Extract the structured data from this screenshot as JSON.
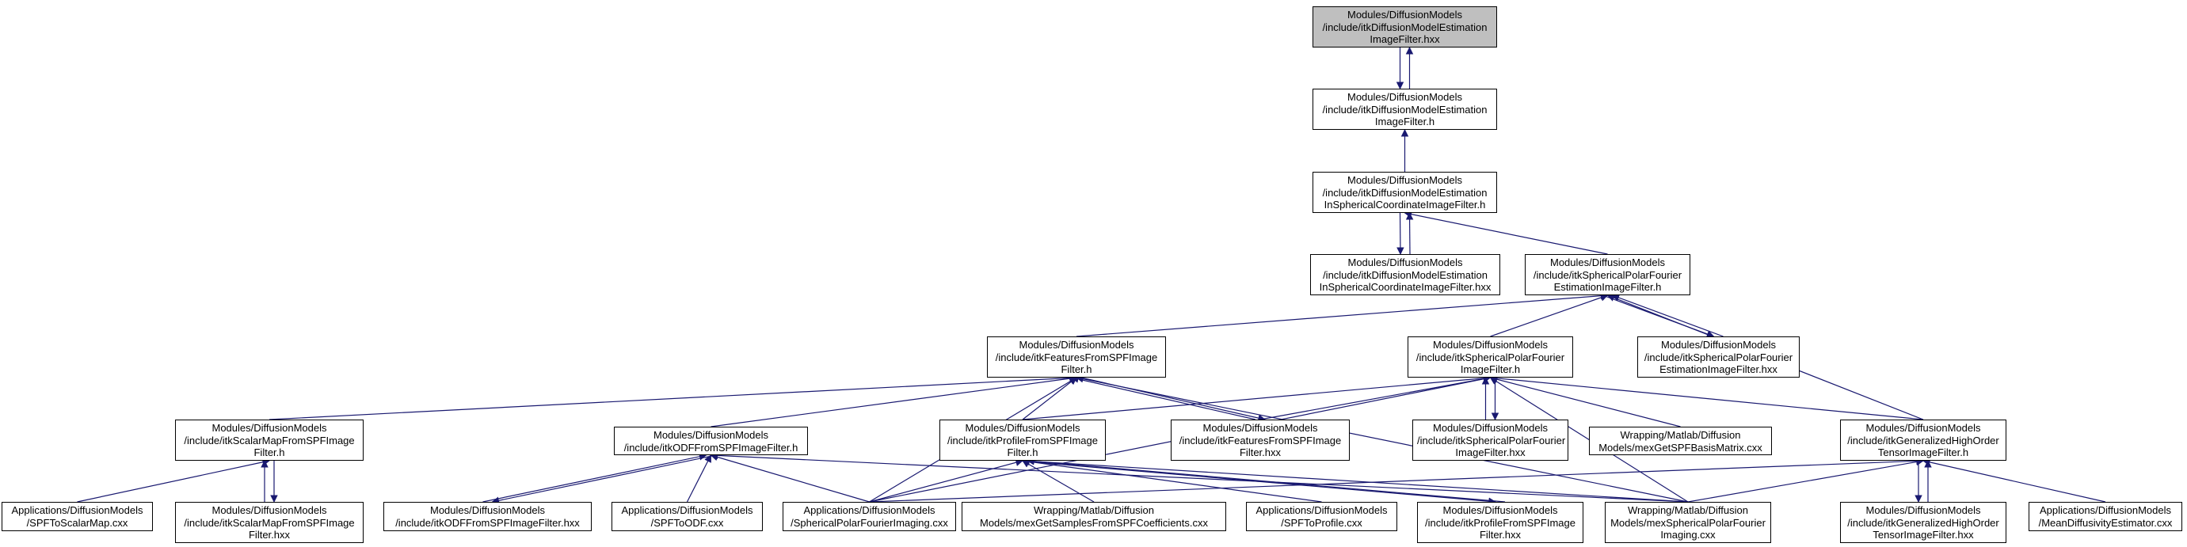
{
  "colors": {
    "edge": "#191970",
    "root_fill": "#bfbfbf",
    "node_fill": "#ffffff",
    "node_border": "#000000"
  },
  "nodes": {
    "n0": {
      "align": "center",
      "lines": [
        "Modules/DiffusionModels",
        "/include/itkDiffusionModelEstimation",
        "ImageFilter.hxx"
      ]
    },
    "n1": {
      "align": "center",
      "lines": [
        "Modules/DiffusionModels",
        "/include/itkDiffusionModelEstimation",
        "ImageFilter.h"
      ]
    },
    "n2": {
      "align": "center",
      "lines": [
        "Modules/DiffusionModels",
        "/include/itkDiffusionModelEstimation",
        "InSphericalCoordinateImageFilter.h"
      ]
    },
    "n3": {
      "align": "center",
      "lines": [
        "Modules/DiffusionModels",
        "/include/itkDiffusionModelEstimation",
        "InSphericalCoordinateImageFilter.hxx"
      ]
    },
    "n4": {
      "align": "center",
      "lines": [
        "Modules/DiffusionModels",
        "/include/itkSphericalPolarFourier",
        "EstimationImageFilter.h"
      ]
    },
    "n5": {
      "align": "center",
      "lines": [
        "Modules/DiffusionModels",
        "/include/itkFeaturesFromSPFImage",
        "Filter.h"
      ]
    },
    "n6": {
      "align": "center",
      "lines": [
        "Modules/DiffusionModels",
        "/include/itkSphericalPolarFourier",
        "ImageFilter.h"
      ]
    },
    "n7": {
      "align": "center",
      "lines": [
        "Modules/DiffusionModels",
        "/include/itkSphericalPolarFourier",
        "EstimationImageFilter.hxx"
      ]
    },
    "n8": {
      "align": "center",
      "lines": [
        "Modules/DiffusionModels",
        "/include/itkScalarMapFromSPFImage",
        "Filter.h"
      ]
    },
    "n9": {
      "align": "center",
      "lines": [
        "Modules/DiffusionModels",
        "/include/itkODFFromSPFImageFilter.h"
      ]
    },
    "n10": {
      "align": "center",
      "lines": [
        "Modules/DiffusionModels",
        "/include/itkProfileFromSPFImage",
        "Filter.h"
      ]
    },
    "n11": {
      "align": "center",
      "lines": [
        "Modules/DiffusionModels",
        "/include/itkFeaturesFromSPFImage",
        "Filter.hxx"
      ]
    },
    "n12": {
      "align": "center",
      "lines": [
        "Modules/DiffusionModels",
        "/include/itkSphericalPolarFourier",
        "ImageFilter.hxx"
      ]
    },
    "n13": {
      "align": "center",
      "lines": [
        "Wrapping/Matlab/Diffusion",
        "Models/mexGetSPFBasisMatrix.cxx"
      ]
    },
    "n14": {
      "align": "center",
      "lines": [
        "Modules/DiffusionModels",
        "/include/itkGeneralizedHighOrder",
        "TensorImageFilter.h"
      ]
    },
    "n15": {
      "align": "center",
      "lines": [
        "Applications/DiffusionModels",
        "/SPFToScalarMap.cxx"
      ]
    },
    "n16": {
      "align": "center",
      "lines": [
        "Modules/DiffusionModels",
        "/include/itkScalarMapFromSPFImage",
        "Filter.hxx"
      ]
    },
    "n17": {
      "align": "center",
      "lines": [
        "Modules/DiffusionModels",
        "/include/itkODFFromSPFImageFilter.hxx"
      ]
    },
    "n18": {
      "align": "center",
      "lines": [
        "Applications/DiffusionModels",
        "/SPFToODF.cxx"
      ]
    },
    "n19": {
      "align": "center",
      "lines": [
        "Applications/DiffusionModels",
        "/SphericalPolarFourierImaging.cxx"
      ]
    },
    "n20": {
      "align": "center",
      "lines": [
        "Wrapping/Matlab/Diffusion",
        "Models/mexGetSamplesFromSPFCoefficients.cxx"
      ]
    },
    "n21": {
      "align": "center",
      "lines": [
        "Applications/DiffusionModels",
        "/SPFToProfile.cxx"
      ]
    },
    "n22": {
      "align": "center",
      "lines": [
        "Modules/DiffusionModels",
        "/include/itkProfileFromSPFImage",
        "Filter.hxx"
      ]
    },
    "n23": {
      "align": "center",
      "lines": [
        "Wrapping/Matlab/Diffusion",
        "Models/mexSphericalPolarFourier",
        "Imaging.cxx"
      ]
    },
    "n24": {
      "align": "center",
      "lines": [
        "Modules/DiffusionModels",
        "/include/itkGeneralizedHighOrder",
        "TensorImageFilter.hxx"
      ]
    },
    "n25": {
      "align": "center",
      "lines": [
        "Applications/DiffusionModels",
        "/MeanDiffusivityEstimator.cxx"
      ]
    }
  },
  "edges": [
    [
      "n1",
      "n0"
    ],
    [
      "n0",
      "n1"
    ],
    [
      "n2",
      "n1"
    ],
    [
      "n3",
      "n2"
    ],
    [
      "n2",
      "n3"
    ],
    [
      "n4",
      "n2"
    ],
    [
      "n5",
      "n4"
    ],
    [
      "n6",
      "n4"
    ],
    [
      "n7",
      "n4"
    ],
    [
      "n4",
      "n7"
    ],
    [
      "n14",
      "n4"
    ],
    [
      "n8",
      "n5"
    ],
    [
      "n9",
      "n5"
    ],
    [
      "n10",
      "n5"
    ],
    [
      "n11",
      "n5"
    ],
    [
      "n5",
      "n11"
    ],
    [
      "n19",
      "n5"
    ],
    [
      "n23",
      "n5"
    ],
    [
      "n10",
      "n6"
    ],
    [
      "n11",
      "n6"
    ],
    [
      "n12",
      "n6"
    ],
    [
      "n6",
      "n12"
    ],
    [
      "n13",
      "n6"
    ],
    [
      "n14",
      "n6"
    ],
    [
      "n19",
      "n6"
    ],
    [
      "n23",
      "n6"
    ],
    [
      "n15",
      "n8"
    ],
    [
      "n16",
      "n8"
    ],
    [
      "n8",
      "n16"
    ],
    [
      "n17",
      "n9"
    ],
    [
      "n9",
      "n17"
    ],
    [
      "n18",
      "n9"
    ],
    [
      "n19",
      "n9"
    ],
    [
      "n23",
      "n9"
    ],
    [
      "n19",
      "n10"
    ],
    [
      "n20",
      "n10"
    ],
    [
      "n21",
      "n10"
    ],
    [
      "n22",
      "n10"
    ],
    [
      "n10",
      "n22"
    ],
    [
      "n23",
      "n10"
    ],
    [
      "n19",
      "n14"
    ],
    [
      "n24",
      "n14"
    ],
    [
      "n14",
      "n24"
    ],
    [
      "n25",
      "n14"
    ],
    [
      "n23",
      "n14"
    ]
  ]
}
